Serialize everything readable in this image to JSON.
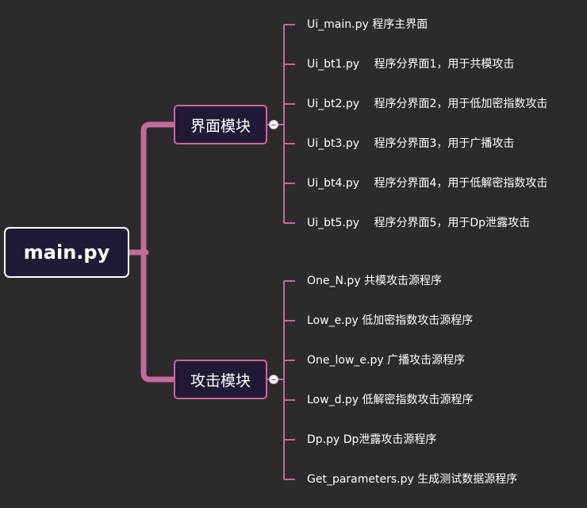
{
  "root": {
    "label": "main.py"
  },
  "branches": [
    {
      "label": "界面模块",
      "children": [
        "Ui_main.py  程序主界面",
        "Ui_bt1.py　 程序分界面1，用于共模攻击",
        "Ui_bt2.py　 程序分界面2，用于低加密指数攻击",
        "Ui_bt3.py　 程序分界面3，用于广播攻击",
        "Ui_bt4.py　 程序分界面4，用于低解密指数攻击",
        "Ui_bt5.py　 程序分界面5，用于Dp泄露攻击"
      ]
    },
    {
      "label": "攻击模块",
      "children": [
        "One_N.py 共模攻击源程序",
        "Low_e.py 低加密指数攻击源程序",
        "One_low_e.py 广播攻击源程序",
        "Low_d.py 低解密指数攻击源程序",
        "Dp.py Dp泄露攻击源程序",
        "Get_parameters.py 生成测试数据源程序"
      ]
    }
  ],
  "colors": {
    "background": "#2d2a2e",
    "node_fill": "#221a35",
    "connector": "#c56a9a",
    "root_border": "#ffffff"
  },
  "icons": {
    "collapse": "minus-circle-icon"
  }
}
